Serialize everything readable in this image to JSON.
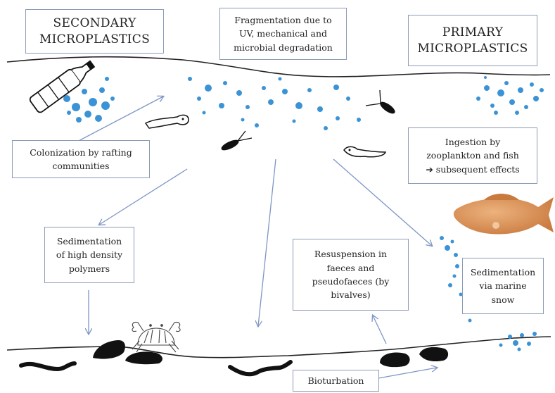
{
  "labels": {
    "secondary": "SECONDARY\nMICROPLASTICS",
    "primary": "PRIMARY\nMICROPLASTICS",
    "fragmentation": "Fragmentation  due to\nUV, mechanical and\nmicrobial degradation",
    "colonization": "Colonization by rafting\ncommunities",
    "ingestion": "Ingestion by\nzooplankton and fish\n➔ subsequent effects",
    "sedimentation_high": "Sedimentation\nof high density\npolymers",
    "resuspension": "Resuspension in\nfaeces and\npseudofaeces (by\nbivalves)",
    "marine_snow": "Sedimentation\nvia marine\nsnow",
    "bioturbation": "Bioturbation"
  },
  "colors": {
    "arrow": "#7d96c4",
    "particle": "#3b93d6",
    "box_border": "#8c9cb6",
    "fish": "#d99155",
    "organism": "#111111"
  }
}
